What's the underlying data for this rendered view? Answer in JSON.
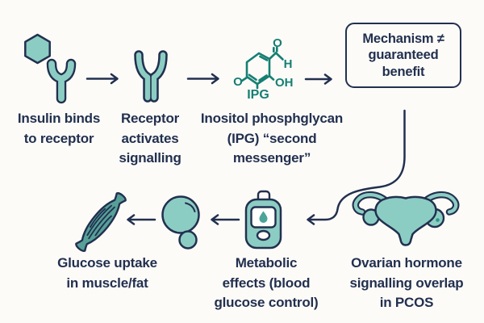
{
  "diagram": {
    "steps": {
      "insulin": "Insulin binds\nto receptor",
      "receptor": "Receptor\nactivates\nsignalling",
      "ipg": "Inositol phosphglycan\n(IPG) “second\nmessenger”",
      "glucose_uptake": "Glucose uptake\nin muscle/fat",
      "metabolic": "Metabolic\neffects (blood\nglucose control)",
      "ovarian": "Ovarian hormone\nsignalling overlap\nin PCOS"
    },
    "callout": "Mechanism ≠\nguaranteed\nbenefit",
    "molecule": {
      "label": "IPG",
      "aldehyde_o": "O",
      "aldehyde_h": "H",
      "hydroxyl": "OH",
      "ether_o": "O"
    },
    "icons": [
      "insulin-hexagon-icon",
      "insulin-receptor-icon",
      "activated-receptor-icon",
      "ipg-molecule-icon",
      "muscle-icon",
      "cell-icon",
      "glucose-meter-icon",
      "uterus-icon",
      "arrow-right-icon",
      "arrow-left-icon",
      "connector-curve"
    ],
    "colors": {
      "background": "#fcfbf8",
      "navy_outline_text": "#22304f",
      "teal_fill": "#8ccdc3",
      "teal_dark_muscle": "#56a098",
      "chem_teal": "#157f73",
      "ovary_dot_teal": "#2f958a",
      "screen_white": "#ffffff"
    }
  }
}
